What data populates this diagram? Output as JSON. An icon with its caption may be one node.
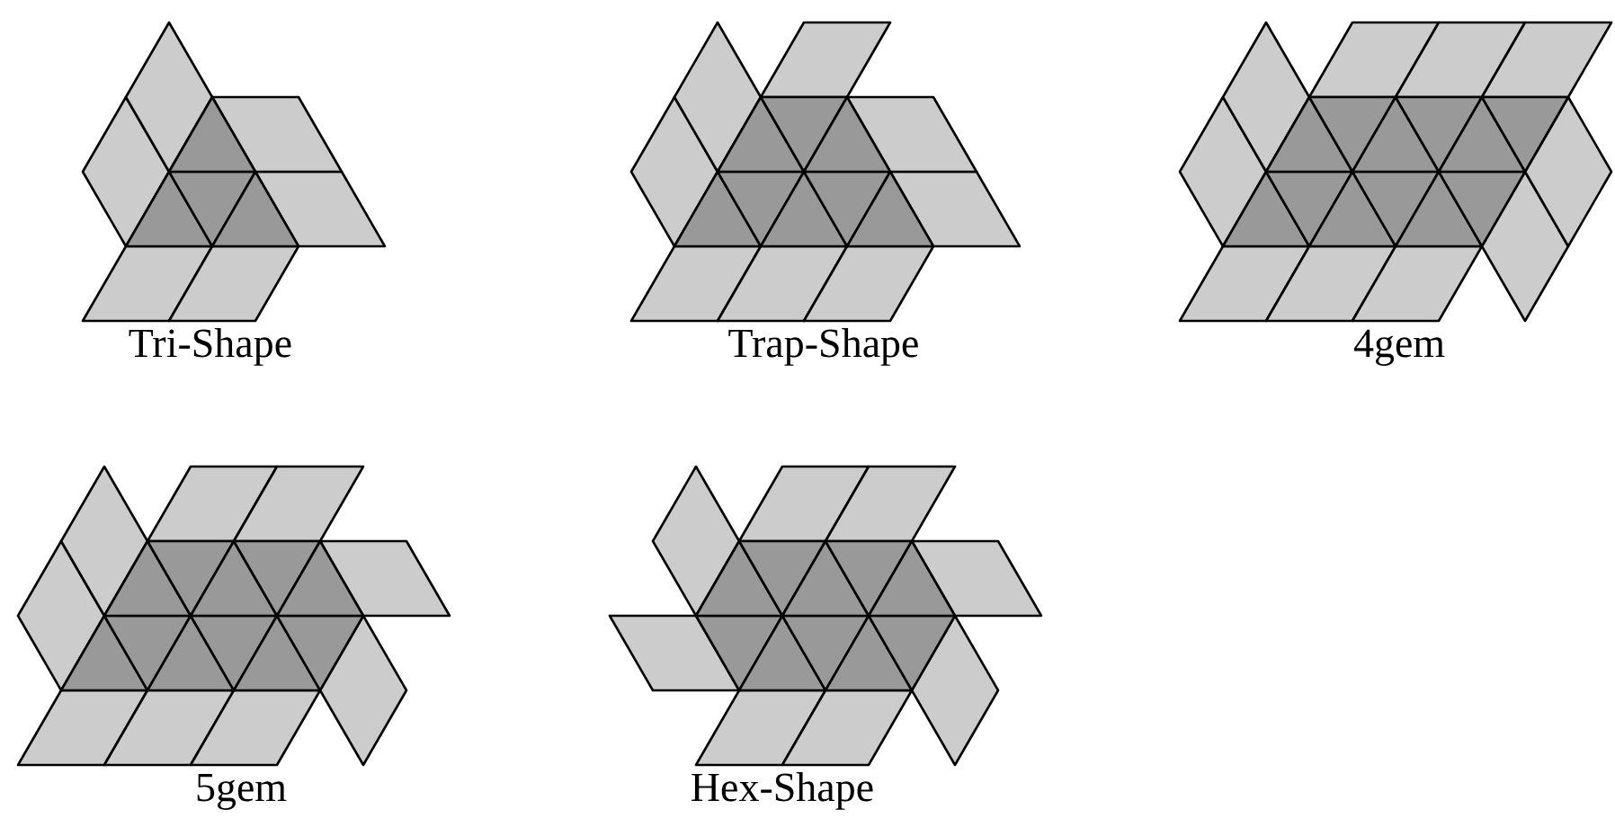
{
  "diagram": {
    "labels": [
      "Tri-Shape",
      "Trap-Shape",
      "4gem",
      "5gem",
      "Hex-Shape"
    ]
  }
}
